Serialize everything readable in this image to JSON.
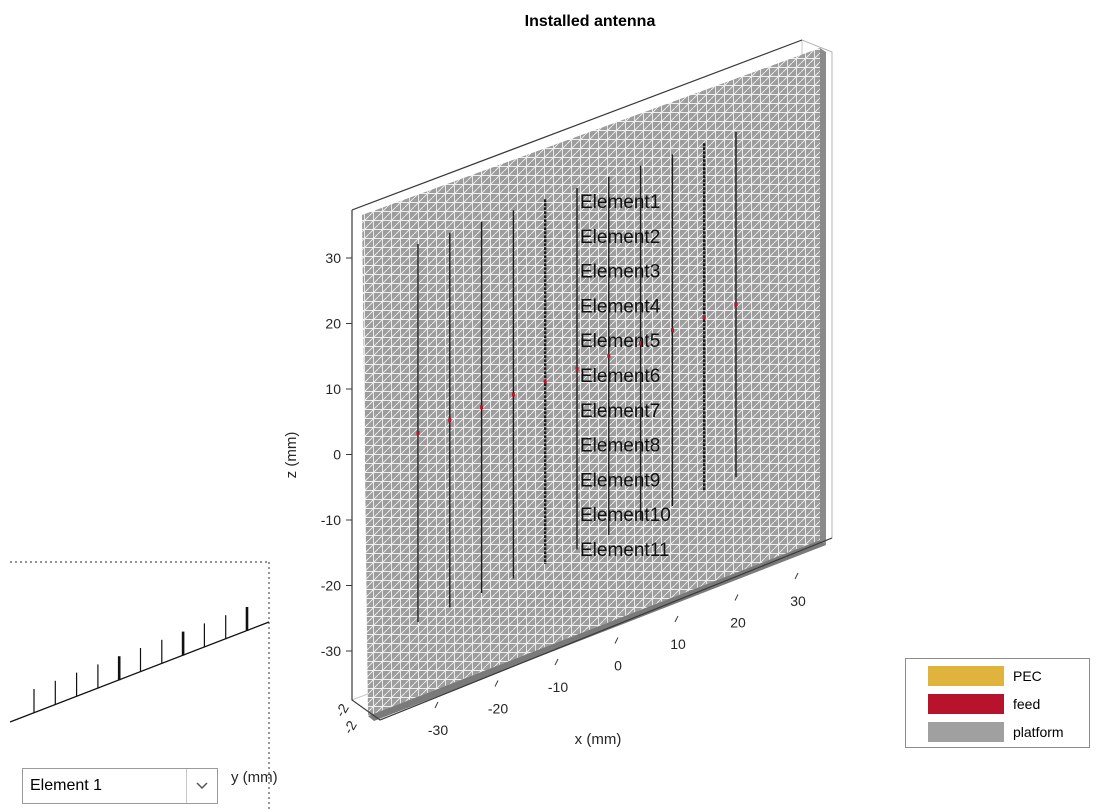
{
  "figure": {
    "title": "Installed antenna",
    "axes": {
      "z_label": "z (mm)",
      "x_label": "x (mm)",
      "y_label": "y (mm)",
      "z_ticks": [
        "30",
        "20",
        "10",
        "0",
        "-10",
        "-20",
        "-30"
      ],
      "x_ticks": [
        "-30",
        "-20",
        "-10",
        "0",
        "10",
        "20",
        "30"
      ],
      "y_ticks": [
        "-2",
        "-2"
      ]
    },
    "element_labels": [
      "Element1",
      "Element2",
      "Element3",
      "Element4",
      "Element5",
      "Element6",
      "Element7",
      "Element8",
      "Element9",
      "Element10",
      "Element11"
    ],
    "legend": [
      {
        "label": "PEC",
        "color": "#e0b43c"
      },
      {
        "label": "feed",
        "color": "#b7132c"
      },
      {
        "label": "platform",
        "color": "#a0a0a0"
      }
    ]
  },
  "element_selector": {
    "value": "Element 1"
  },
  "colors": {
    "platform": "#9d9d9d",
    "mesh": "#ffffff",
    "box": "#3a3a3a",
    "axis_text": "#262626"
  }
}
